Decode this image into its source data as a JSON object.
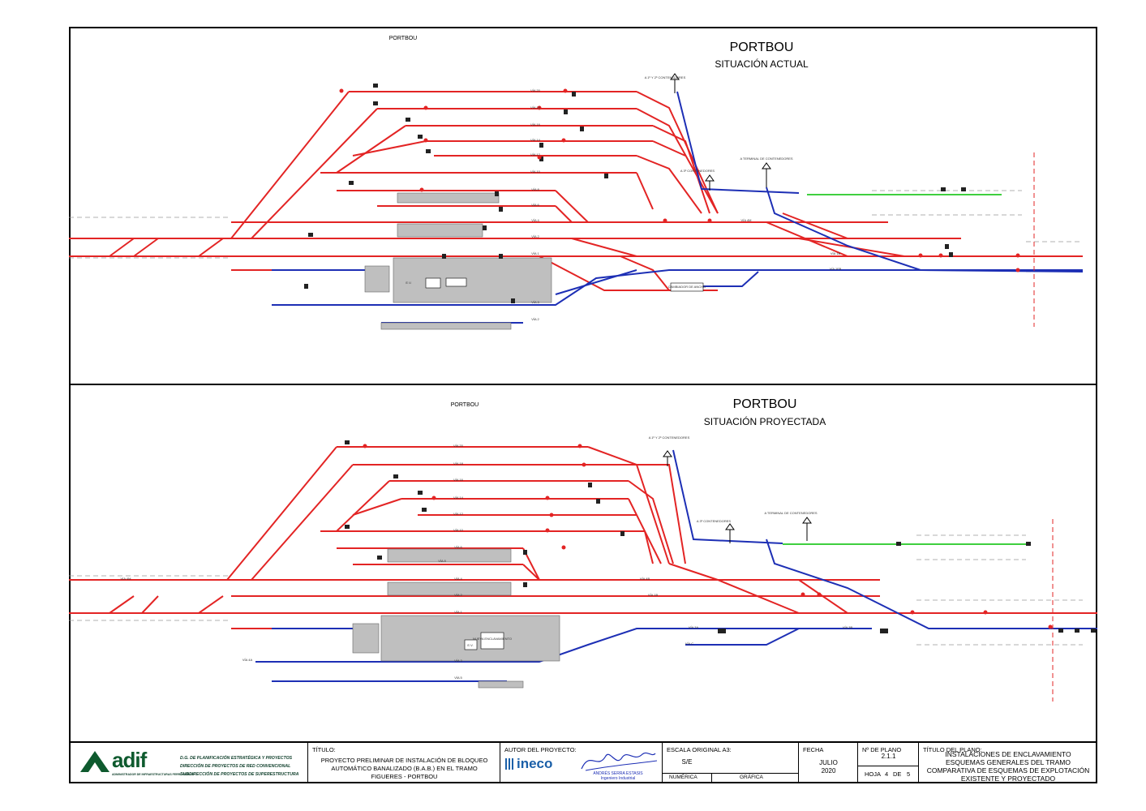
{
  "top_panel": {
    "title": "PORTBOU",
    "subtitle": "SITUACIÓN ACTUAL",
    "small_heading": "PORTBOU",
    "tracks": [
      {
        "id": "via20",
        "label": "VÍA 20"
      },
      {
        "id": "via18",
        "label": "VÍA 18"
      },
      {
        "id": "via16",
        "label": "VÍA 16"
      },
      {
        "id": "via14",
        "label": "VÍA 14"
      },
      {
        "id": "via12",
        "label": "VÍA 12"
      },
      {
        "id": "via10",
        "label": "VÍA 10"
      },
      {
        "id": "via8",
        "label": "VÍA 8"
      },
      {
        "id": "via6",
        "label": "VÍA 6"
      },
      {
        "id": "via4",
        "label": "VÍA 4"
      },
      {
        "id": "via2",
        "label": "VÍA 2"
      },
      {
        "id": "via1",
        "label": "VÍA 1"
      },
      {
        "id": "via1b",
        "label": "VÍA 1B"
      },
      {
        "id": "via3",
        "label": "VÍA 3"
      },
      {
        "id": "via2bis",
        "label": "VÍA 2"
      },
      {
        "id": "via4m",
        "label": "VÍA 4M"
      },
      {
        "id": "via1fb",
        "label": "VÍA 1FB"
      }
    ],
    "annotations": {
      "contenedores_12": "A 1º Y 2º CONTENEDORES",
      "contenedores_3": "A 3º CONTENEDORES",
      "terminal": "A TERMINAL DE CONTENEDORES",
      "ev": "E.V.",
      "cambiador": "CAMBIADOR DE ANCHO"
    }
  },
  "bottom_panel": {
    "title": "PORTBOU",
    "subtitle": "SITUACIÓN PROYECTADA",
    "small_heading": "PORTBOU",
    "tracks": [
      {
        "id": "via20",
        "label": "VÍA 20"
      },
      {
        "id": "via18",
        "label": "VÍA 18"
      },
      {
        "id": "via16",
        "label": "VÍA 16"
      },
      {
        "id": "via14",
        "label": "VÍA 14"
      },
      {
        "id": "via12",
        "label": "VÍA 12"
      },
      {
        "id": "via10",
        "label": "VÍA 10"
      },
      {
        "id": "via8",
        "label": "VÍA 8"
      },
      {
        "id": "via6",
        "label": "VÍA 6"
      },
      {
        "id": "via4",
        "label": "VÍA 4"
      },
      {
        "id": "via2",
        "label": "VÍA 2"
      },
      {
        "id": "via1",
        "label": "VÍA 1"
      },
      {
        "id": "via1b",
        "label": "VÍA 1B"
      },
      {
        "id": "via3",
        "label": "VÍA 3"
      },
      {
        "id": "via5",
        "label": "VÍA 5"
      },
      {
        "id": "via4m",
        "label": "VÍA 4M"
      },
      {
        "id": "via4b",
        "label": "VÍA 4B"
      },
      {
        "id": "via3a",
        "label": "VÍA 3A"
      },
      {
        "id": "via3b",
        "label": "VÍA 3B"
      },
      {
        "id": "via_c",
        "label": "VÍA C"
      },
      {
        "id": "via4a",
        "label": "VÍA 4A"
      }
    ],
    "annotations": {
      "contenedores_12": "A 1º Y 2º CONTENEDORES",
      "contenedores_3": "A 3º CONTENEDORES",
      "terminal": "A TERMINAL DE CONTENEDORES",
      "ev": "E.V.",
      "nueva": "NUEVA ENCLAVAMIENTO"
    }
  },
  "title_block": {
    "org": "adif",
    "org_sub": "ADMINISTRADOR DE INFRAESTRUCTURAS FERROVIARIAS",
    "dept_lines": [
      "D.G. DE PLANIFICACIÓN ESTRATÉGICA Y PROYECTOS",
      "DIRECCIÓN DE PROYECTOS DE RED CONVENCIONAL",
      "SUBDIRECCIÓN DE PROYECTOS DE SUPERESTRUCTURA"
    ],
    "titulo_label": "TÍTULO:",
    "titulo_text": "PROYECTO PRELIMINAR DE INSTALACIÓN DE BLOQUEO AUTOMÁTICO BANALIZADO (B.A.B.) EN EL TRAMO FIGUERES - PORTBOU",
    "autor_label": "AUTOR DEL PROYECTO:",
    "autor_company": "ineco",
    "autor_name": "ANDRÉS SERRA ESTASIS",
    "autor_role": "Ingeniero Industrial",
    "escala_label": "ESCALA ORIGINAL A3:",
    "escala_value": "S/E",
    "numerica_label": "NUMÉRICA",
    "grafica_label": "GRÁFICA",
    "fecha_label": "FECHA",
    "fecha_month": "JULIO",
    "fecha_year": "2020",
    "plano_label": "Nº DE PLANO",
    "plano_value": "2.1.1",
    "hoja_label": "HOJA",
    "hoja_value": "4",
    "hoja_de": "DE",
    "hoja_total": "5",
    "titulo_plano_label": "TÍTULO DEL PLANO:",
    "titulo_plano_lines": [
      "INSTALACIONES DE ENCLAVAMIENTO",
      "ESQUEMAS GENERALES DEL TRAMO",
      "COMPARATIVA DE ESQUEMAS DE EXPLOTACIÓN",
      "EXISTENTE Y PROYECTADO"
    ]
  },
  "colors": {
    "track_red": "#e32424",
    "track_blue": "#1d2fb5",
    "track_green": "#3fcf3f",
    "platform": "#bfbfbf",
    "logo_green": "#0e5a2e"
  }
}
